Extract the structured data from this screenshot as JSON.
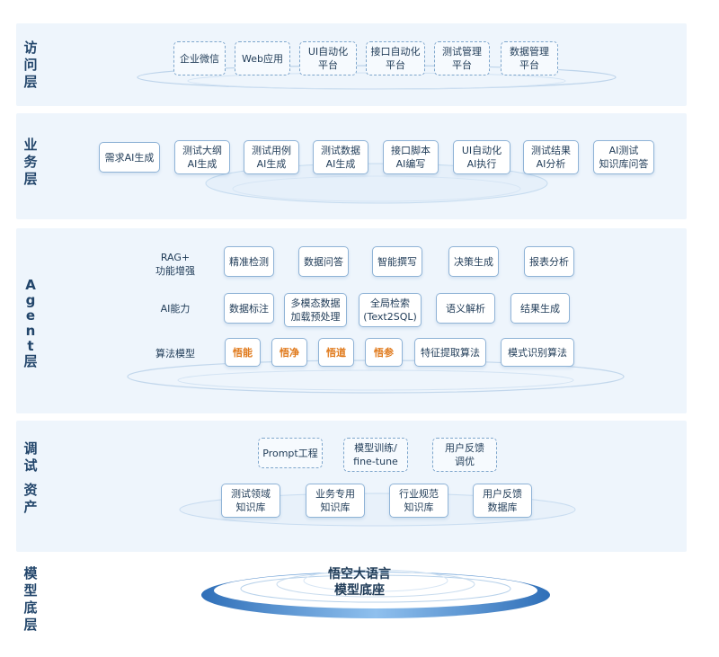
{
  "layers": {
    "access": {
      "label": [
        "访",
        "问",
        "层"
      ],
      "items": [
        "企业微信",
        "Web应用",
        "UI自动化\n平台",
        "接口自动化\n平台",
        "测试管理\n平台",
        "数据管理\n平台"
      ]
    },
    "business": {
      "label": [
        "业",
        "务",
        "层"
      ],
      "items": [
        "需求AI生成",
        "测试大纲\nAI生成",
        "测试用例\nAI生成",
        "测试数据\nAI生成",
        "接口脚本\nAI编写",
        "UI自动化\nAI执行",
        "测试结果\nAI分析",
        "AI测试\n知识库问答"
      ]
    },
    "agent": {
      "label": [
        "A",
        "g",
        "e",
        "n",
        "t",
        "层"
      ],
      "rows": [
        {
          "label": "RAG+\n功能增强",
          "items": [
            "精准检测",
            "数据问答",
            "智能撰写",
            "决策生成",
            "报表分析"
          ]
        },
        {
          "label": "AI能力",
          "items": [
            "数据标注",
            "多模态数据\n加载预处理",
            "全局检索\n(Text2SQL)",
            "语义解析",
            "结果生成"
          ]
        },
        {
          "label": "算法模型",
          "items": [
            "悟能",
            "悟净",
            "悟道",
            "悟参",
            "特征提取算法",
            "模式识别算法"
          ]
        }
      ]
    },
    "tuning": {
      "label": [
        "调",
        "试",
        "",
        "资",
        "产"
      ],
      "top_items": [
        "Prompt工程",
        "模型训练/\nfine-tune",
        "用户反馈\n调优"
      ],
      "bottom_items": [
        "测试领域\n知识库",
        "业务专用\n知识库",
        "行业规范\n知识库",
        "用户反馈\n数据库"
      ]
    },
    "model": {
      "label": [
        "模",
        "型",
        "底",
        "层"
      ],
      "center_text": "悟空大语言\n模型底座"
    }
  },
  "colors": {
    "layer_bg": "#eef5fc",
    "border": "#8fb3d6",
    "accent_orange": "#e07a1c",
    "text": "#1f3b57",
    "ring": "#4f8fd0"
  }
}
